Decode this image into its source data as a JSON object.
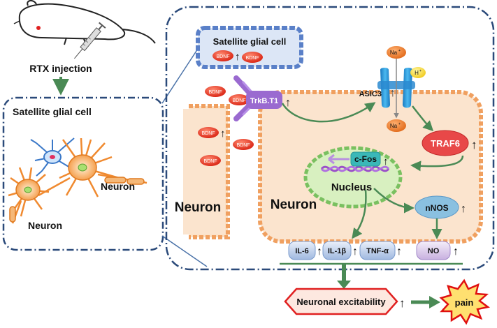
{
  "left_panel": {
    "injection_label": "RTX injection",
    "sgc_label": "Satellite glial cell",
    "neuron_label_right": "Neuron",
    "neuron_label_bottom": "Neuron"
  },
  "main_panel": {
    "sgc_box_label": "Satellite glial cell",
    "left_neuron_label": "Neuron",
    "right_neuron_label": "Neuron",
    "nucleus_label": "Nucleus"
  },
  "molecules": {
    "bdnf": "BDNF",
    "trkb": "TrkB.T1",
    "asic3": "ASIC3",
    "na": "Na",
    "na_sup": "+",
    "h": "H",
    "h_sup": "+",
    "traf6": "TRAF6",
    "cfos": "c-Fos",
    "nnos": "nNOS",
    "il6": "IL-6",
    "il1b": "IL-1β",
    "tnfa": "TNF-α",
    "no": "NO"
  },
  "outcomes": {
    "excitability": "Neuronal excitability",
    "pain": "pain"
  },
  "symbols": {
    "up_arrow": "↑"
  },
  "colors": {
    "dash_border": "#2b4a7a",
    "neuron_membrane": "#f0a060",
    "sgc_box": "#6a8fd0",
    "green_arrow": "#4a8a55",
    "bdnf_red": "#e03020",
    "trkb_purple": "#9a6ad0",
    "asic3_blue": "#2a9ad8",
    "traf6_red": "#e84848",
    "cfos_teal": "#3ab8b8",
    "nnos_blue": "#8ac0e0",
    "cytokine_blue": "#b8cce8",
    "no_purple": "#d8c8e8",
    "pain_red": "#e01010",
    "pain_yellow": "#ffe070"
  }
}
